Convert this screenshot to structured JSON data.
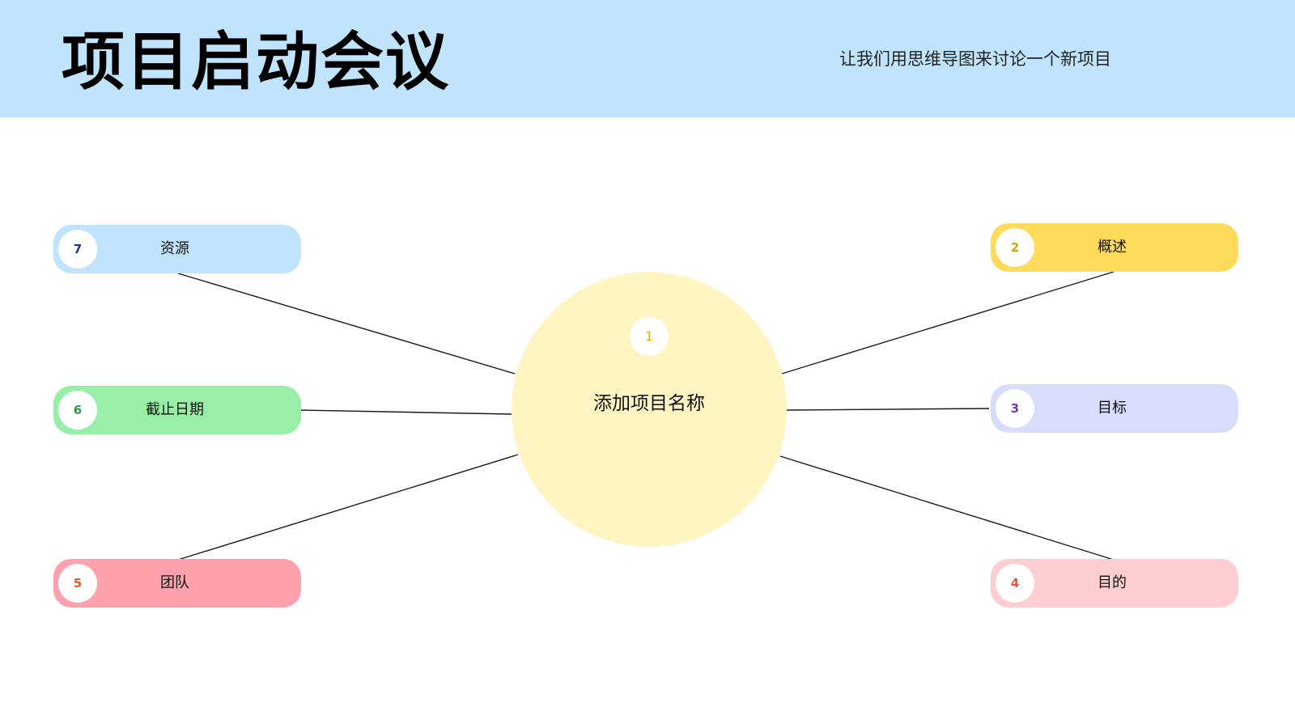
{
  "header": {
    "title": "项目启动会议",
    "subtitle": "让我们用思维导图来讨论一个新项目"
  },
  "center": {
    "number": "1",
    "label": "添加项目名称",
    "color": "#fff5c3",
    "number_color": "#e0b100"
  },
  "branches": [
    {
      "number": "2",
      "label": "概述",
      "color": "#ffdb5c",
      "number_color": "#d9a400"
    },
    {
      "number": "3",
      "label": "目标",
      "color": "#d8dcfd",
      "number_color": "#6a3fb8"
    },
    {
      "number": "4",
      "label": "目的",
      "color": "#fecdd2",
      "number_color": "#e05a3a"
    },
    {
      "number": "5",
      "label": "团队",
      "color": "#fea1ac",
      "number_color": "#e05a3a"
    },
    {
      "number": "6",
      "label": "截止日期",
      "color": "#97efa7",
      "number_color": "#2f9a4a"
    },
    {
      "number": "7",
      "label": "资源",
      "color": "#c0e4fd",
      "number_color": "#1f3a7a"
    }
  ]
}
